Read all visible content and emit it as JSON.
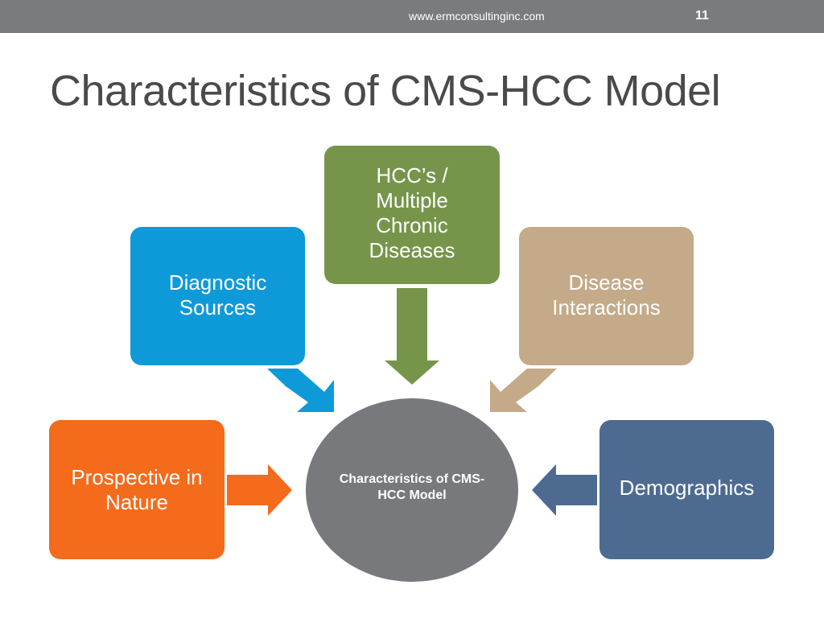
{
  "header": {
    "url": "www.ermconsultinginc.com",
    "slide_number": "11"
  },
  "title": "Characteristics of CMS-HCC Model",
  "diagram": {
    "center": {
      "label": "Characteristics of CMS-HCC Model",
      "color": "#78797d"
    },
    "nodes": [
      {
        "id": "hcc",
        "label": "HCC’s / Multiple Chronic Diseases",
        "color": "#76954a"
      },
      {
        "id": "diagnostic",
        "label": "Diagnostic Sources",
        "color": "#0e9ad9"
      },
      {
        "id": "interactions",
        "label": "Disease Interactions",
        "color": "#c4aa88"
      },
      {
        "id": "prospective",
        "label": "Prospective in Nature",
        "color": "#f46b1c"
      },
      {
        "id": "demographics",
        "label": "Demographics",
        "color": "#4d6b91"
      }
    ]
  },
  "colors": {
    "topbar": "#7a7b7f",
    "title_text": "#4a4a4a",
    "background": "#ffffff"
  }
}
